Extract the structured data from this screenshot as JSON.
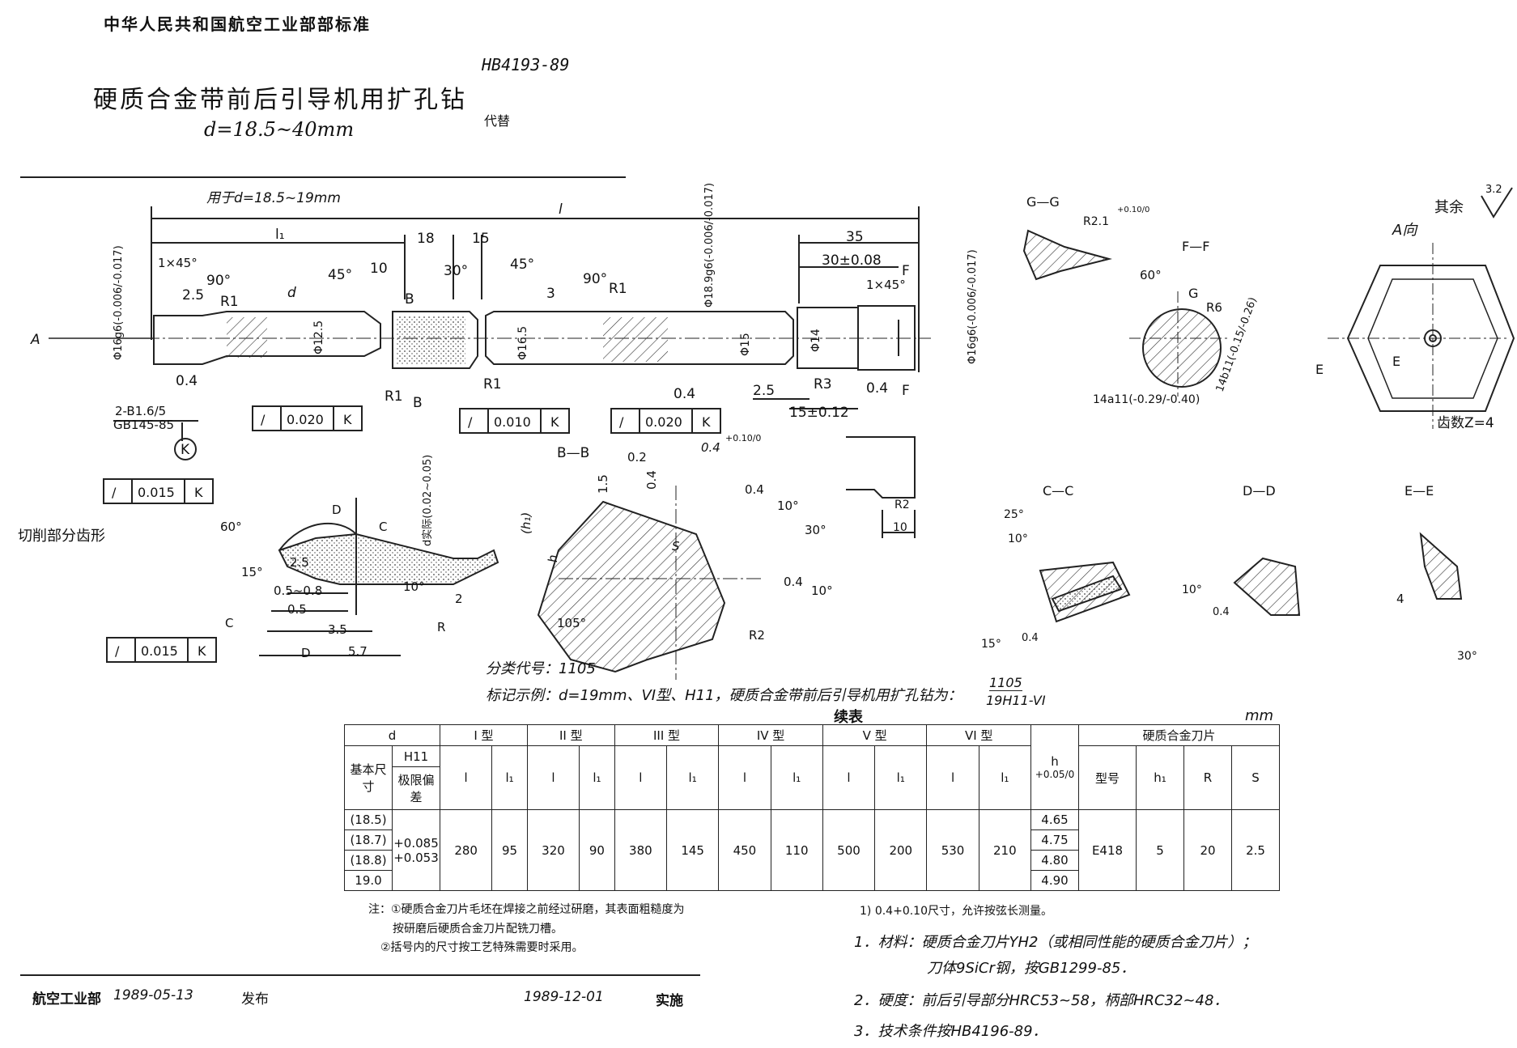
{
  "header": {
    "org_standard": "中华人民共和国航空工业部部标准",
    "std_number": "HB4193-89",
    "replaces": "代替",
    "title": "硬质合金带前后引导机用扩孔钻",
    "title_range": "d=18.5~40mm"
  },
  "main_drawing": {
    "applies_to": "用于d=18.5~19mm",
    "overall_length": "l",
    "dims": {
      "l1": "l₁",
      "d18": "18",
      "d15": "15",
      "d35": "35",
      "d30": "30±0.08",
      "chamfer1": "1×45°",
      "chamfer2": "1×45°",
      "angle90a": "90°",
      "angle45": "45°",
      "angle30": "30°",
      "angle45b": "45°",
      "angle90b": "90°",
      "d10": "10",
      "d25": "2.5",
      "d3": "3",
      "r1a": "R1",
      "r1b": "R1",
      "r1c": "R1",
      "r1d": "R1",
      "r3": "R3",
      "d_sym": "d",
      "phi125": "Φ12.5",
      "phi165": "Φ16.5",
      "phi15": "Φ15",
      "phi14": "Φ14",
      "phi16g6_left": "Φ16g6(-0.006/-0.017)",
      "phi16g6_right": "Φ16g6(-0.006/-0.017)",
      "phi189g6": "Φ18.9g6(-0.006/-0.017)",
      "d25b": "2.5",
      "d15012": "15±0.12",
      "ra04a": "0.4",
      "ra04b": "0.4",
      "ra04c": "0.4",
      "ra32": "3.2",
      "section_b": "B",
      "section_f": "F",
      "view_a": "A",
      "center_hole": "2-B1.6/5",
      "center_hole_std": "GB145-85",
      "datum_k": "K"
    },
    "tolerances": [
      {
        "sym": "/",
        "val": "0.020",
        "datum": "K"
      },
      {
        "sym": "/",
        "val": "0.010",
        "datum": "K"
      },
      {
        "sym": "/",
        "val": "0.020",
        "datum": "K"
      },
      {
        "sym": "/",
        "val": "0.015",
        "datum": "K"
      },
      {
        "sym": "/",
        "val": "0.015",
        "datum": "K"
      }
    ]
  },
  "cutting_profile": {
    "label": "切削部分齿形",
    "angle60": "60°",
    "angle15": "15°",
    "angle10": "10°",
    "d25": "2.5",
    "d0508": "0.5~0.8",
    "d05": "0.5",
    "d35": "3.5",
    "d57": "5.7",
    "r": "R",
    "d2": "2",
    "runout": "d实际(0.02~0.05)",
    "c": "C",
    "d": "D"
  },
  "section_bb": {
    "label": "B—B",
    "h": "h",
    "h1": "(h₁)",
    "d15": "1.5",
    "d02": "0.2",
    "d04": "0.4",
    "d04b": "0.4",
    "d04c": "0.4",
    "ra": "0.4",
    "tol": "+0.10/0",
    "s": "S",
    "angle10": "10°",
    "angle30": "30°",
    "angle10b": "10°",
    "angle105": "105°",
    "r2": "R2"
  },
  "small_views": {
    "gg": "G—G",
    "gg_r": "R2.1",
    "gg_tol": "+0.10/0",
    "ff": "F—F",
    "ff_angle": "60°",
    "ff_g": "G",
    "ff_r6": "R6",
    "ff_14a11": "14a11(-0.29/-0.40)",
    "ff_14b11": "14b11(-0.15/-0.26)",
    "a_view": "A向",
    "others_roughness": "其余",
    "ra_val": "3.2",
    "e": "E",
    "teeth": "齿数Z=4",
    "cc": "C—C",
    "cc_25": "25°",
    "cc_10": "10°",
    "cc_15": "15°",
    "cc_04": "0.4",
    "dd": "D—D",
    "dd_10": "10°",
    "dd_04": "0.4",
    "ee": "E—E",
    "ee_4": "4",
    "ee_30": "30°",
    "r2": "R2",
    "d10": "10"
  },
  "classification": "分类代号：1105",
  "marking_example": "标记示例：d=19mm、VI型、H11，硬质合金带前后引导机用扩孔钻为：",
  "marking_code_top": "1105",
  "marking_code_bottom": "19H11-VI",
  "table": {
    "caption": "续表",
    "unit": "mm",
    "col_d": "d",
    "col_basic": "基本尺寸",
    "col_h11": "H11",
    "col_limit": "极限偏差",
    "types": [
      "I 型",
      "II 型",
      "III 型",
      "IV 型",
      "V 型",
      "VI 型"
    ],
    "l": "l",
    "l1": "l₁",
    "col_h": "h",
    "col_h_tol": "+0.05/0",
    "carbide": "硬质合金刀片",
    "model": "型号",
    "h1": "h₁",
    "r": "R",
    "s": "S",
    "basic_sizes": [
      "(18.5)",
      "(18.7)",
      "(18.8)",
      "19.0"
    ],
    "limit_dev": [
      "+0.085",
      "+0.053"
    ],
    "values": [
      "280",
      "95",
      "320",
      "90",
      "380",
      "145",
      "450",
      "110",
      "500",
      "200",
      "530",
      "210"
    ],
    "h_values": [
      "4.65",
      "4.75",
      "4.80",
      "4.90"
    ],
    "insert_model": "E418",
    "insert_h1": "5",
    "insert_r": "20",
    "insert_s": "2.5"
  },
  "notes": {
    "n1": "注：①硬质合金刀片毛坯在焊接之前经过研磨，其表面粗糙度为",
    "n1b": "按研磨后硬质合金刀片配铣刀槽。",
    "n2": "②括号内的尺寸按工艺特殊需要时采用。",
    "fn": "1) 0.4+0.10尺寸，允许按弦长测量。"
  },
  "requirements": {
    "r1": "1．材料：硬质合金刀片YH2（或相同性能的硬质合金刀片）；",
    "r1b": "刀体9SiCr钢，按GB1299-85．",
    "r2": "2．硬度：前后引导部分HRC53~58，柄部HRC32~48．",
    "r3": "3．技术条件按HB4196-89．"
  },
  "footer": {
    "issuer": "航空工业部",
    "issue_date": "1989-05-13",
    "issue_label": "发布",
    "impl_date": "1989-12-01",
    "impl_label": "实施"
  }
}
